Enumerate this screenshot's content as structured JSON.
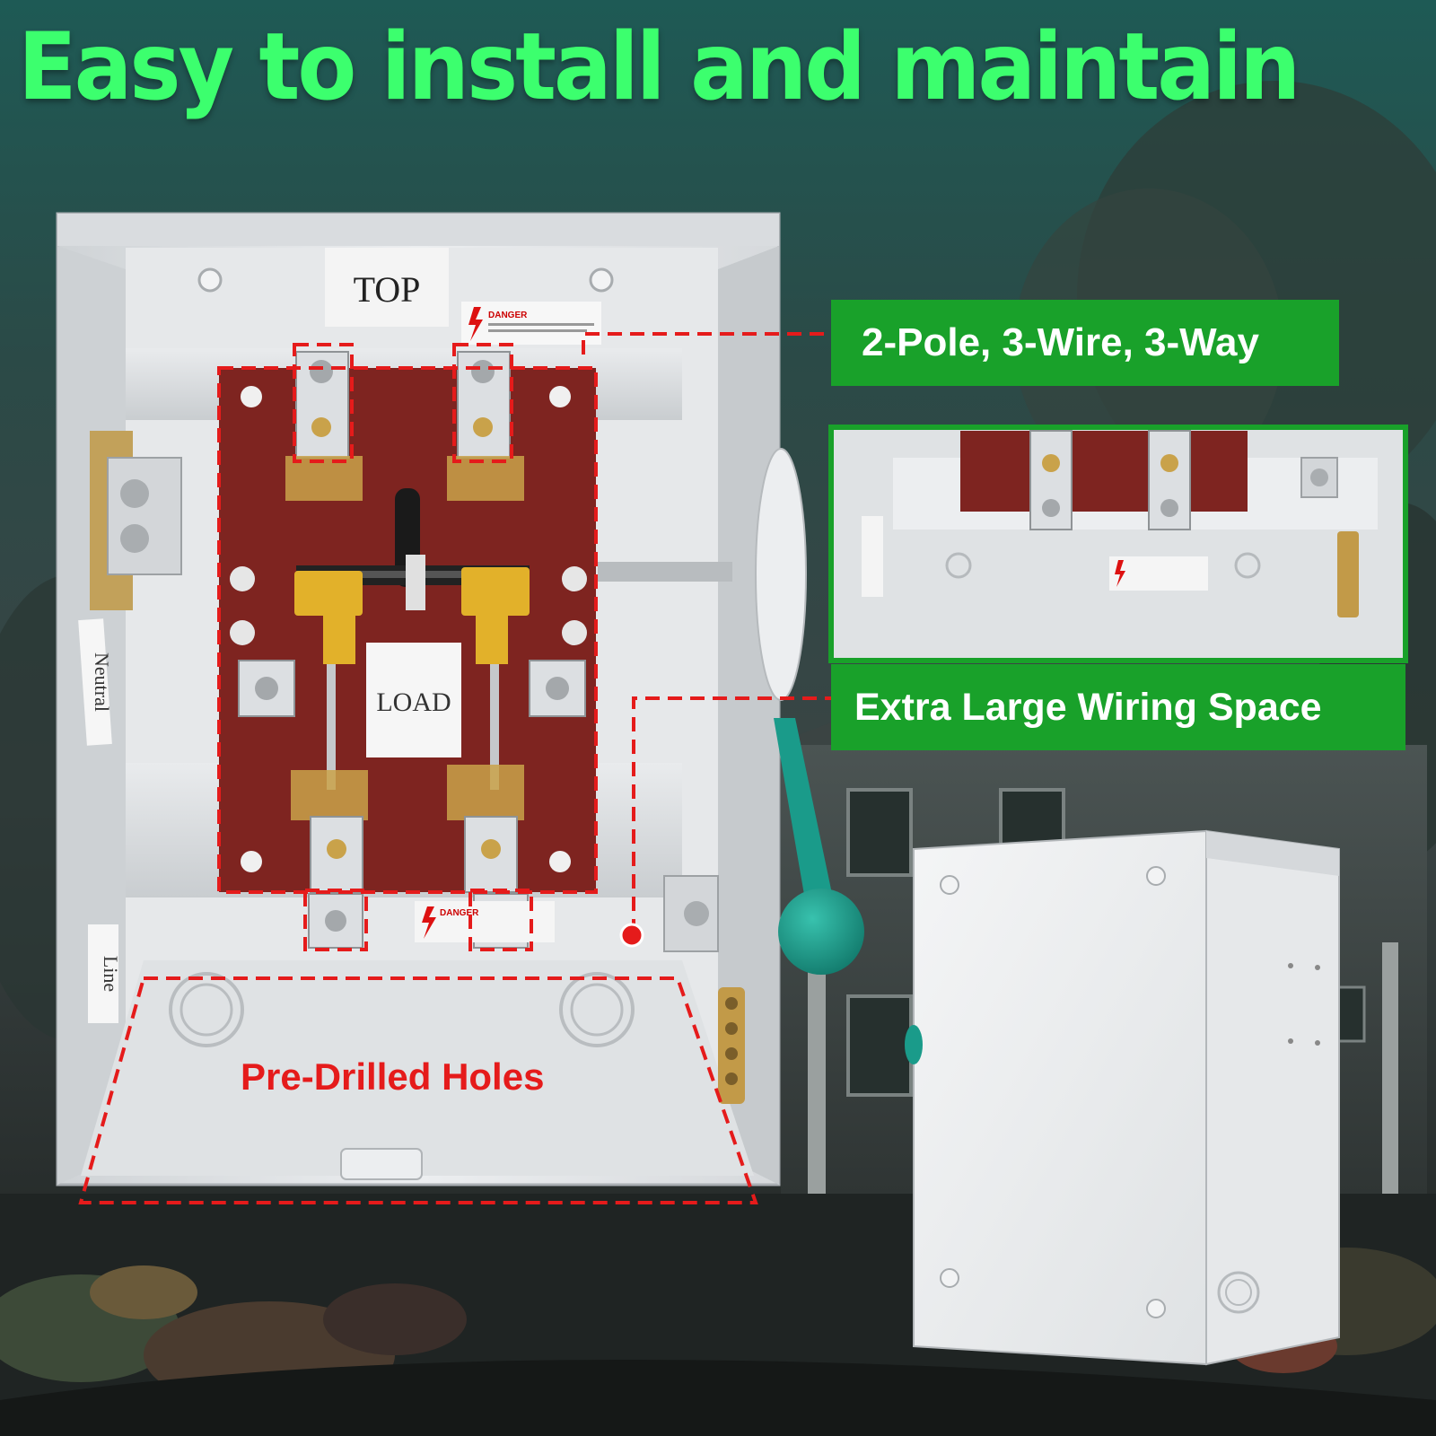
{
  "headline": "Easy to install and maintain",
  "callouts": {
    "pole_spec": "2-Pole, 3-Wire, 3-Way",
    "wiring_space": "Extra Large Wiring Space",
    "holes": "Pre-Drilled Holes"
  },
  "enclosure_labels": {
    "top": "TOP",
    "load": "LOAD",
    "neutral": "Neutral",
    "line": "Line",
    "danger": "DANGER"
  },
  "colors": {
    "headline": "#3cff6e",
    "callout_bg": "#19a12a",
    "callout_text": "#ffffff",
    "accent_red": "#e51b1b",
    "backplate": "#7e2420",
    "handle": "#1a9b8a",
    "enclosure": "#e4e6e8"
  }
}
